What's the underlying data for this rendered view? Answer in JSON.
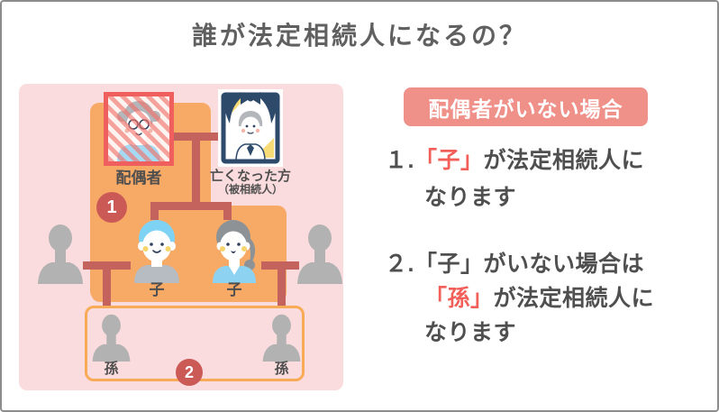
{
  "title": "誰が法定相続人になるの？",
  "diagram": {
    "labels": {
      "spouse": "配偶者",
      "deceased": "亡くなった方",
      "deceased_sub": "（被相続人）",
      "child_left": "子",
      "child_right": "子",
      "grandchild_left": "孫",
      "grandchild_right": "孫"
    },
    "circle1": "1",
    "circle2": "2"
  },
  "sidebar": {
    "badge": "配偶者がいない場合",
    "items": [
      {
        "number": "１.",
        "line1_red": "「子」",
        "line1_rest": "が法定相続人に",
        "line2": "なります"
      },
      {
        "number": "２.",
        "line1": "「子」がいない場合は",
        "line2_red": "「孫」",
        "line2_rest": "が法定相続人に",
        "line3": "なります"
      }
    ]
  },
  "colors": {
    "accent_red": "#f25f58",
    "badge_bg": "#ef9089",
    "panel_pink": "#fbdcde",
    "family_orange": "#f7a966",
    "line_maroon": "#c4625e",
    "circle_red": "#cb5a57",
    "excluded_frame_red": "#ef5f5d",
    "grandchild_box_orange": "#f8ab56",
    "silhouette_gray": "#b2b2b2",
    "text_dark": "#4f4f4f",
    "title_gray": "#606060",
    "navy": "#2e4a6b"
  }
}
